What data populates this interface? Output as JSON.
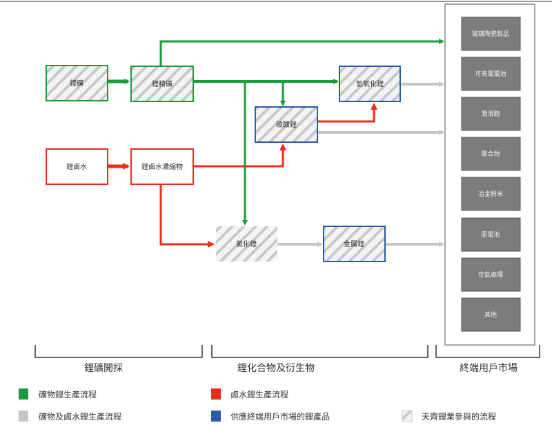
{
  "colors": {
    "green": "#1a9a3a",
    "red": "#ee2a1b",
    "gray": "#c4c6c8",
    "blue": "#2a5aa8",
    "market": "#7c7c7c"
  },
  "nodes": {
    "ore": "鋰礦",
    "concentrate": "鋰精礦",
    "hydroxide": "氫氧化鋰",
    "carbonate": "碳酸鋰",
    "brine": "鋰鹵水",
    "brine_concentrate": "鋰鹵水濃縮物",
    "chloride": "氯化鋰",
    "metal": "金屬鋰"
  },
  "markets": [
    "玻璃陶瓷製品",
    "可充電電池",
    "潤滑脂",
    "聚合物",
    "冶金粉末",
    "原電池",
    "空氣處理",
    "其他"
  ],
  "sections": [
    "鋰礦開採",
    "鋰化合物及衍生物",
    "終端用戶市場"
  ],
  "legend": {
    "mineral": "礦物鋰生產流程",
    "brine": "鹵水鋰生產流程",
    "both": "礦物及鹵水鋰生產流程",
    "end_product": "供應終端用戶市場的鋰產品",
    "tianqi": "天齊鋰業參與的流程"
  }
}
